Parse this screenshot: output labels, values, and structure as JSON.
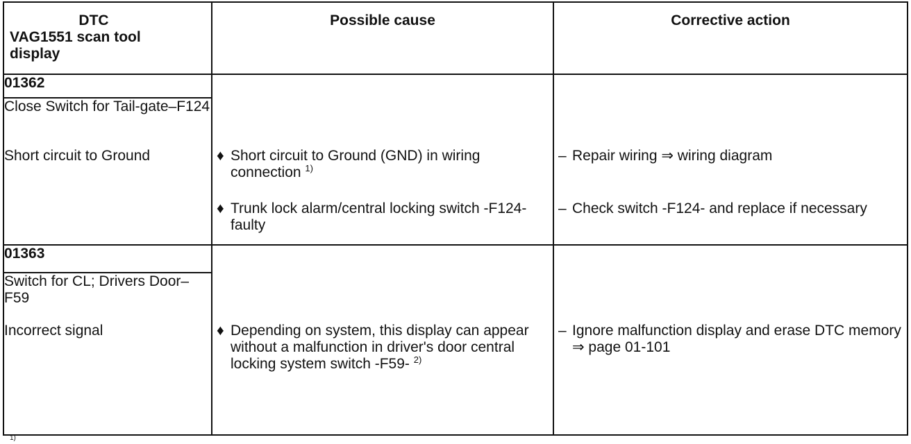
{
  "header": {
    "dtc_line1": "DTC",
    "dtc_line2": "VAG1551 scan tool",
    "dtc_line3": "display",
    "cause": "Possible cause",
    "action": "Corrective action"
  },
  "rows": [
    {
      "code": "01362",
      "component": "Close Switch for Tail-gate–F124",
      "condition": "Short circuit to Ground",
      "causes": [
        {
          "text": "Short circuit to Ground (GND) in wiring connection",
          "note": "1)"
        },
        {
          "text": "Trunk lock alarm/central locking switch -F124- faulty",
          "note": ""
        }
      ],
      "actions": [
        {
          "text": "Repair wiring ⇒ wiring diagram"
        },
        {
          "text": "Check switch -F124- and replace if necessary"
        }
      ]
    },
    {
      "code": "01363",
      "component": "Switch for CL; Drivers Door–F59",
      "condition": "Incorrect signal",
      "causes": [
        {
          "text": "Depending on system, this display can appear without a malfunction in driver's door central locking system switch -F59-",
          "note": "2)"
        }
      ],
      "actions": [
        {
          "text": "Ignore malfunction display and erase DTC memory ⇒ page 01-101"
        }
      ]
    }
  ],
  "footnote_mark": "1)",
  "bullet_symbol": "♦",
  "dash_symbol": "–"
}
